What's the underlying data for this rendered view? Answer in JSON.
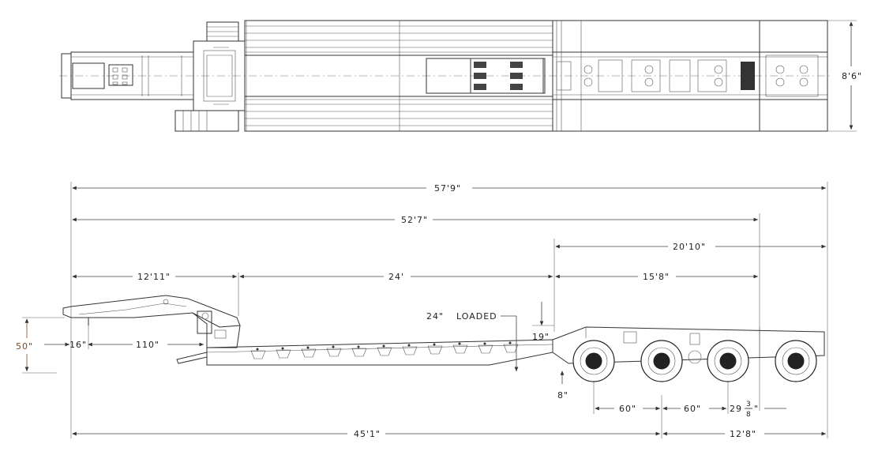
{
  "dimensions": {
    "plan_width": "8'6\"",
    "overall_length": "57'9\"",
    "length_52": "52'7\"",
    "rear_section": "20'10\"",
    "gooseneck": "12'11\"",
    "deck": "24'",
    "rear_deck": "15'8\"",
    "loaded_height": "24\"",
    "loaded_label": "LOADED",
    "rear_height": "19\"",
    "gooseneck_height": "50\"",
    "kingpin_offset": "16\"",
    "kingpin_to_tip": "110\"",
    "ground_clearance": "8\"",
    "axle_spacing_1": "60\"",
    "axle_spacing_2": "60\"",
    "axle_spacing_3_whole": "29",
    "axle_spacing_3_num": "3",
    "axle_spacing_3_den": "8",
    "axle_spacing_3_unit": "\"",
    "front_length": "45'1\"",
    "rear_overhang": "12'8\""
  }
}
